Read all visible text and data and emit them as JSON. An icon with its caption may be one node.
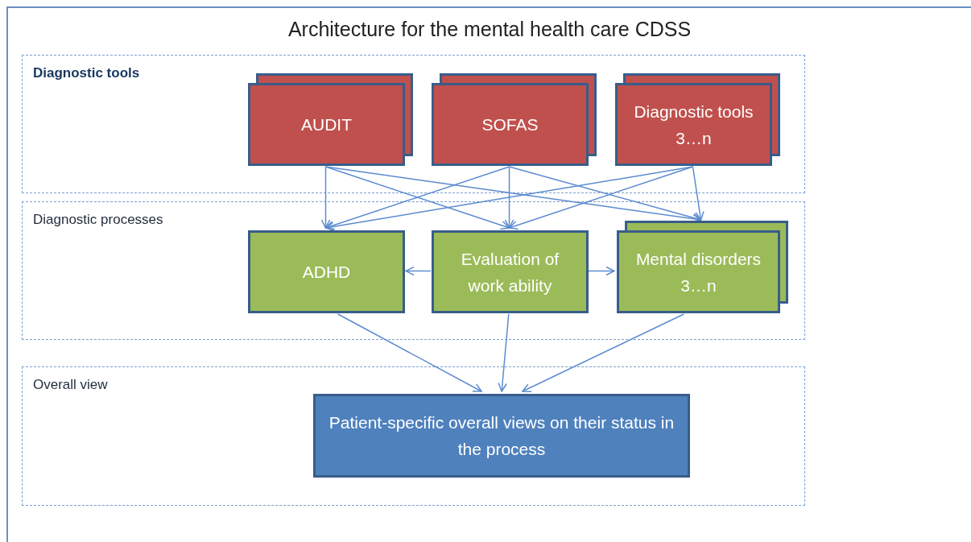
{
  "diagram": {
    "title": "Architecture for the mental health care CDSS",
    "nodes": [
      {
        "text": [
          "Diagnostic tools"
        ]
      },
      {
        "text": [
          "AUDIT"
        ],
        "in": 0
      },
      {
        "text": [
          "SOFAS"
        ],
        "in": 0
      },
      {
        "text": [
          "Diagnostic tools 3…n"
        ],
        "in": 0
      },
      {
        "text": [
          "Diagnostic processes"
        ]
      },
      {
        "text": [
          "ADHD"
        ],
        "in": 4
      },
      {
        "text": [
          "Evaluation of work ability"
        ],
        "in": 4
      },
      {
        "text": [
          "Mental disorders 3…n"
        ],
        "in": 4
      },
      {
        "text": [
          "Overall view"
        ]
      },
      {
        "text": [
          "Patient-specific overall views on their status in the process"
        ],
        "in": 8
      }
    ],
    "edges": [
      {
        "from": 1,
        "to": 5,
        "arrow": "to"
      },
      {
        "from": 1,
        "to": 6,
        "arrow": "to"
      },
      {
        "from": 1,
        "to": 7,
        "arrow": "to"
      },
      {
        "from": 2,
        "to": 5,
        "arrow": "to"
      },
      {
        "from": 2,
        "to": 6,
        "arrow": "to"
      },
      {
        "from": 2,
        "to": 7,
        "arrow": "to"
      },
      {
        "from": 3,
        "to": 5,
        "arrow": "to"
      },
      {
        "from": 3,
        "to": 6,
        "arrow": "to"
      },
      {
        "from": 3,
        "to": 7,
        "arrow": "to"
      },
      {
        "from": 6,
        "to": 5,
        "arrow": "to"
      },
      {
        "from": 6,
        "to": 7,
        "arrow": "to"
      },
      {
        "from": 5,
        "to": 9,
        "arrow": "to"
      },
      {
        "from": 6,
        "to": 9,
        "arrow": "to"
      },
      {
        "from": 7,
        "to": 9,
        "arrow": "to"
      }
    ]
  }
}
